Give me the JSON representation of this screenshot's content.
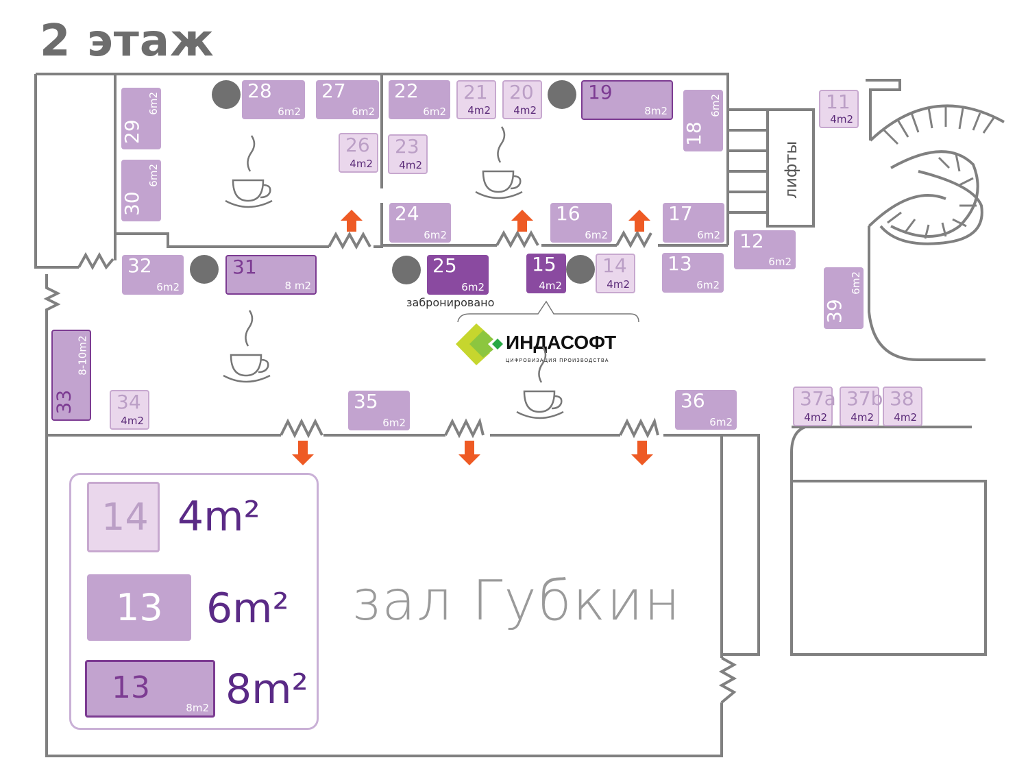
{
  "floor_title": "2 этаж",
  "hall_name": "зал Губкин",
  "lifts_label": "лифты",
  "booked_label": "забронировано",
  "sponsor": {
    "name": "ИНДАСОФТ",
    "tagline": "ЦИФРОВИЗАЦИЯ ПРОИЗВОДСТВА"
  },
  "colors": {
    "wall": "#808080",
    "available_4m2": "#ead7ec",
    "available_6m2": "#c2a3cf",
    "booked": "#8a4aa0",
    "arrow": "#ee5a24",
    "column": "#707070"
  },
  "booths": [
    {
      "num": "28",
      "area": "6m2",
      "type": "medium"
    },
    {
      "num": "27",
      "area": "6m2",
      "type": "medium"
    },
    {
      "num": "22",
      "area": "6m2",
      "type": "medium"
    },
    {
      "num": "21",
      "area": "4m2",
      "type": "light"
    },
    {
      "num": "20",
      "area": "4m2",
      "type": "light"
    },
    {
      "num": "19",
      "area": "8m2",
      "type": "large"
    },
    {
      "num": "29",
      "area": "6m2",
      "type": "medium"
    },
    {
      "num": "30",
      "area": "6m2",
      "type": "medium"
    },
    {
      "num": "26",
      "area": "4m2",
      "type": "light"
    },
    {
      "num": "23",
      "area": "4m2",
      "type": "light"
    },
    {
      "num": "18",
      "area": "6m2",
      "type": "medium"
    },
    {
      "num": "11",
      "area": "4m2",
      "type": "light"
    },
    {
      "num": "24",
      "area": "6m2",
      "type": "medium"
    },
    {
      "num": "16",
      "area": "6m2",
      "type": "medium"
    },
    {
      "num": "17",
      "area": "6m2",
      "type": "medium"
    },
    {
      "num": "12",
      "area": "6m2",
      "type": "medium"
    },
    {
      "num": "32",
      "area": "6m2",
      "type": "medium"
    },
    {
      "num": "31",
      "area": "8 m2",
      "type": "large"
    },
    {
      "num": "25",
      "area": "6m2",
      "type": "booked"
    },
    {
      "num": "15",
      "area": "4m2",
      "type": "booked"
    },
    {
      "num": "14",
      "area": "4m2",
      "type": "light"
    },
    {
      "num": "13",
      "area": "6m2",
      "type": "medium"
    },
    {
      "num": "39",
      "area": "6m2",
      "type": "medium"
    },
    {
      "num": "33",
      "area": "8-10m2",
      "type": "large"
    },
    {
      "num": "34",
      "area": "4m2",
      "type": "light"
    },
    {
      "num": "35",
      "area": "6m2",
      "type": "medium"
    },
    {
      "num": "36",
      "area": "6m2",
      "type": "medium"
    },
    {
      "num": "37a",
      "area": "4m2",
      "type": "light"
    },
    {
      "num": "37b",
      "area": "4m2",
      "type": "light"
    },
    {
      "num": "38",
      "area": "4m2",
      "type": "light"
    }
  ],
  "legend": [
    {
      "num": "14",
      "area": "4m²",
      "type": "light"
    },
    {
      "num": "13",
      "area": "6m²",
      "type": "medium"
    },
    {
      "num": "13",
      "sub": "8m2",
      "area": "8m²",
      "type": "large"
    }
  ]
}
